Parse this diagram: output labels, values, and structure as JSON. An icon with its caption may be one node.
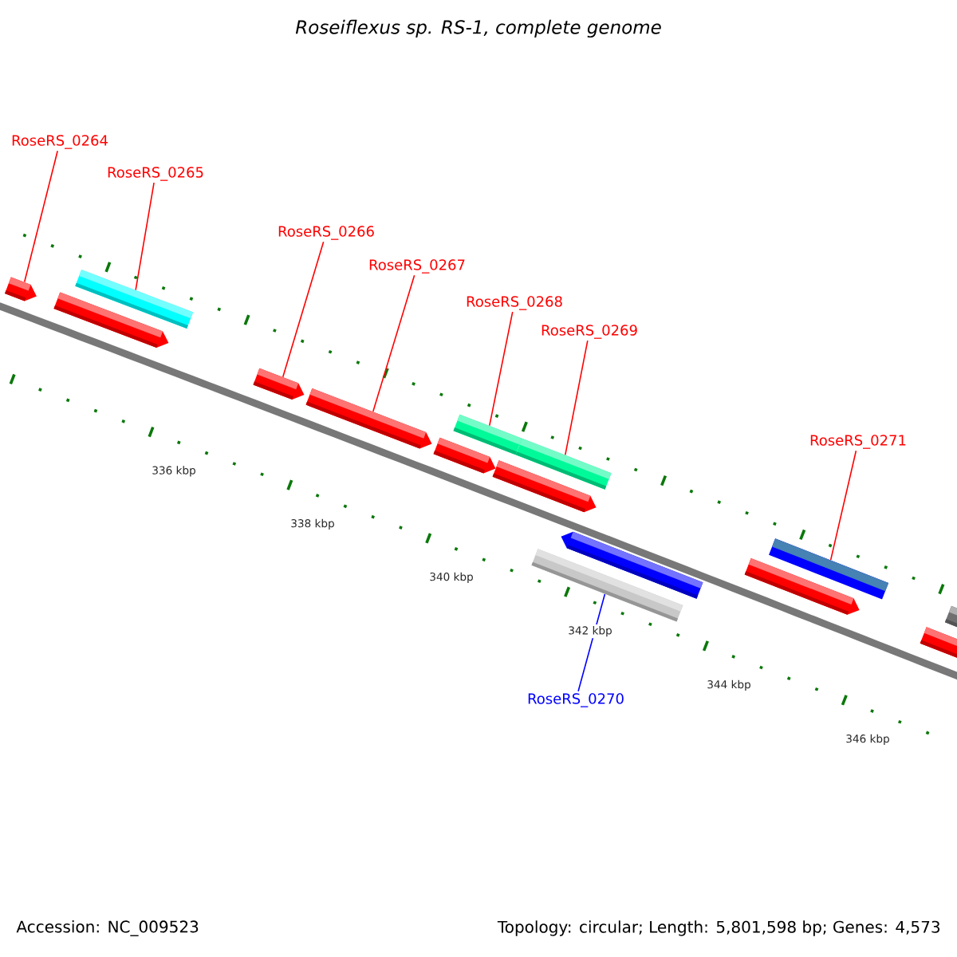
{
  "diagram": {
    "title": "Roseiflexus sp. RS-1, complete genome",
    "nodes": [
      {
        "text": [
          "RoseRS_0264"
        ]
      },
      {
        "text": [
          "RoseRS_0265"
        ]
      },
      {
        "text": [
          "RoseRS_0266"
        ]
      },
      {
        "text": [
          "RoseRS_0267"
        ]
      },
      {
        "text": [
          "RoseRS_0268"
        ]
      },
      {
        "text": [
          "RoseRS_0269"
        ]
      },
      {
        "text": [
          "RoseRS_0270"
        ]
      },
      {
        "text": [
          "RoseRS_0271"
        ]
      },
      {
        "text": [],
        "shape": "bar"
      },
      {
        "text": [],
        "shape": "bar"
      },
      {
        "text": [],
        "shape": "bar"
      },
      {
        "text": [],
        "shape": "bar"
      },
      {
        "text": [],
        "shape": "bar"
      },
      {
        "text": [],
        "shape": "bar"
      },
      {
        "text": [],
        "shape": "bar"
      },
      {
        "text": [],
        "shape": "bar"
      },
      {
        "text": [],
        "shape": "bar"
      },
      {
        "text": [],
        "shape": "bar"
      },
      {
        "text": [],
        "shape": "bar"
      },
      {
        "text": [],
        "shape": "bar"
      },
      {
        "text": [],
        "shape": "bar"
      },
      {
        "text": [],
        "shape": "bar"
      },
      {
        "text": [],
        "shape": "bar"
      }
    ],
    "edges": [
      {
        "from": 0,
        "to": 8,
        "arrow": "none"
      },
      {
        "from": 1,
        "to": 10,
        "arrow": "none"
      },
      {
        "from": 2,
        "to": 11,
        "arrow": "none"
      },
      {
        "from": 3,
        "to": 12,
        "arrow": "none"
      },
      {
        "from": 4,
        "to": 14,
        "arrow": "none"
      },
      {
        "from": 5,
        "to": 16,
        "arrow": "none"
      },
      {
        "from": 6,
        "to": 17,
        "arrow": "none",
        "color": "#0000ff"
      },
      {
        "from": 7,
        "to": 20,
        "arrow": "none"
      }
    ],
    "labels": [
      "336 kbp",
      "338 kbp",
      "340 kbp",
      "342 kbp",
      "344 kbp",
      "346 kbp",
      "Accession: NC_009523",
      "Topology: circular; Length: 5,801,598 bp; Genes: 4,573"
    ]
  }
}
